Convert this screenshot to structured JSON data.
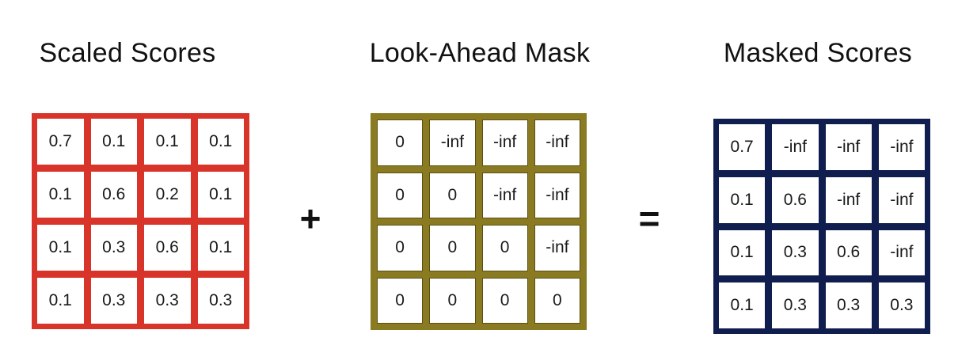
{
  "titles": {
    "scaled": "Scaled Scores",
    "mask": "Look-Ahead Mask",
    "masked": "Masked Scores"
  },
  "operators": {
    "plus": "+",
    "equals": "="
  },
  "colors": {
    "scaled_border": "#d8342a",
    "mask_border": "#8a7a22",
    "masked_border": "#0f1e4e"
  },
  "matrices": {
    "scaled": [
      [
        "0.7",
        "0.1",
        "0.1",
        "0.1"
      ],
      [
        "0.1",
        "0.6",
        "0.2",
        "0.1"
      ],
      [
        "0.1",
        "0.3",
        "0.6",
        "0.1"
      ],
      [
        "0.1",
        "0.3",
        "0.3",
        "0.3"
      ]
    ],
    "mask": [
      [
        "0",
        "-inf",
        "-inf",
        "-inf"
      ],
      [
        "0",
        "0",
        "-inf",
        "-inf"
      ],
      [
        "0",
        "0",
        "0",
        "-inf"
      ],
      [
        "0",
        "0",
        "0",
        "0"
      ]
    ],
    "masked": [
      [
        "0.7",
        "-inf",
        "-inf",
        "-inf"
      ],
      [
        "0.1",
        "0.6",
        "-inf",
        "-inf"
      ],
      [
        "0.1",
        "0.3",
        "0.6",
        "-inf"
      ],
      [
        "0.1",
        "0.3",
        "0.3",
        "0.3"
      ]
    ]
  }
}
